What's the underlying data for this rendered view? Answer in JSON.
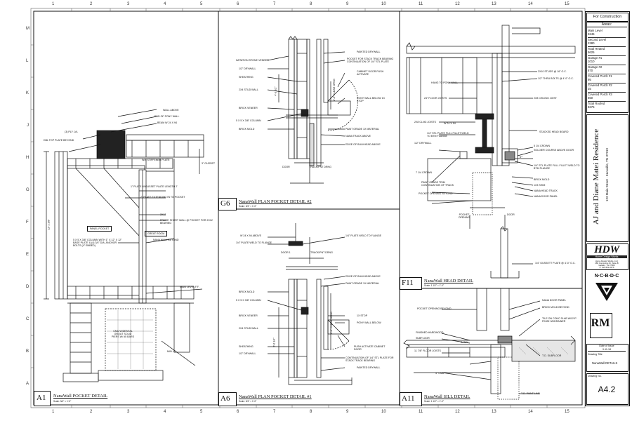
{
  "grid": {
    "columns": [
      "1",
      "2",
      "3",
      "4",
      "5",
      "6",
      "7",
      "8",
      "9",
      "10",
      "11",
      "12",
      "13",
      "14",
      "15"
    ],
    "rows": [
      "M",
      "L",
      "K",
      "J",
      "H",
      "G",
      "F",
      "E",
      "D",
      "C",
      "B",
      "A"
    ]
  },
  "titleblock": {
    "status": "For Construction",
    "areas_heading": "Areas:",
    "areas": [
      {
        "label": "Main Level",
        "value": "3245"
      },
      {
        "label": "Second Level",
        "value": "2380"
      },
      {
        "label": "Total Heated",
        "value": "5625"
      },
      {
        "label": "Garage #1",
        "value": "1010"
      },
      {
        "label": "Garage #2",
        "value": "870"
      },
      {
        "label": "Covered Porch #1",
        "value": "95"
      },
      {
        "label": "Covered Porch #2",
        "value": "25"
      },
      {
        "label": "Covered Porch #3",
        "value": "650"
      },
      {
        "label": "Total Roofed",
        "value": "8375"
      }
    ],
    "project_name": "AJ and Diane Matei Residence",
    "project_address": "123 Main Street · Knoxville, TN 37919",
    "hdw_logo": "HDW",
    "hdw_sub": "Home Design Works",
    "hdw_contact": [
      "Home Design Works, LLC",
      "280 Commerce Dr, Suite B",
      "Gallatin, TN 37066",
      "P: 615-451-0076"
    ],
    "ncbdc": "N·C·B·D·C",
    "rm_logo": "RM",
    "date_issue_label": "Date of Issue",
    "date_issue": "9-11-18",
    "drawing_title_label": "Drawing Title",
    "drawing_title": "NanaWall DETAILS",
    "drawing_no_label": "Drawing No.",
    "drawing_no": "A4.2"
  },
  "details": {
    "A1": {
      "id": "A1",
      "title": "NanaWall POCKET DETAIL",
      "scale": "Scale: 3/4\" = 1'-0\""
    },
    "G6": {
      "id": "G6",
      "title": "NanaWall PLAN POCKET DETAIL #2",
      "scale": "Scale: 3/4\" = 1'-0\""
    },
    "A6": {
      "id": "A6",
      "title": "NanaWall PLAN POCKET DETAIL #1",
      "scale": "Scale: 3/4\" = 1'-0\""
    },
    "F11": {
      "id": "F11",
      "title": "NanaWall HEAD DETAIL",
      "scale": "Scale: 1 1/2\" = 1'-0\""
    },
    "A11": {
      "id": "A11",
      "title": "NanaWall SILL DETAIL",
      "scale": "Scale: 1 1/2\" = 1'-0\""
    }
  },
  "notes": {
    "A1": [
      "WALL ABOVE",
      "END OF PONY WALL",
      "BEAM W 24 X 94",
      "(3) PLY LVL",
      "DBL TOP PLATE BEYOND",
      "W/4 STIFFENER PLATE",
      "3\" GUSSET",
      "1\" PLATE W/GUSSET PLATE LENGTH 2'",
      "2\" PLATE EXTENDING IN TO POCKET",
      "2X12",
      "FRAME SHORT WALL @ POCKET FOR 2X12 BEARING",
      "PANEL POCKET",
      "GREAT ROOM",
      "NANA WALL BEYOND",
      "5 X 5 X 3/8\" COLUMN WITH 1\" X 12\" X 12\" BASE PLATE & (4) 3/4\" DIA. ANCHOR BOLTS (4\" EMBED)",
      "MAIN LEVEL F.F.",
      "CMU W/DENTAL GROUT SOLID PIERS W/ #5 BARS",
      "MIN. 4\"",
      "12'-1 1/8\""
    ],
    "G6": [
      "IMITATION STONE VENEER",
      "1/2\" DRYWALL",
      "SHEATHING",
      "2X4 STUD WALL",
      "BRICK VENEER",
      "5 X 5 X 3/8\" COLUMN",
      "BRICK MOLD",
      "PAINTED DRYWALL",
      "POCKET FOR STACK TRACK BEARING CONTINUATION OF 1/4\" STL PLATE",
      "CABINET DOOR PUSH ACTIVATE",
      "PONY WALL BELOW 1X STOP",
      "PAINT GRADE 1X MATERIAL",
      "NANA TRACK ABOVE",
      "EDGE OF BULKHEAD ABOVE",
      "DOOR",
      "TRACK/PNT DRNG",
      "2'-0\" CLEAR OPNG",
      "4'-3 1/2\""
    ],
    "A6": [
      "W 24 X 94 ABOVE",
      "1/4\" PLATE WELD TO FLANGE",
      "1/4\" PLATE WELD TO FLANGE",
      "DOOR 1",
      "TRACK/PNT DRNG",
      "EDGE OF BULKHEAD ABOVE",
      "PAINT GRADE 1X MATERIAL",
      "BRICK MOLD",
      "5 X 5 X 3/8\" COLUMN",
      "BRICK VENEER",
      "2X4 STUD WALL",
      "SHEATHING",
      "1/2\" DRYWALL",
      "1X STOP",
      "PONY WALL BELOW",
      "PUSH ACTIVATE CABINET DOOR",
      "CONTINUATION OF 1/4\" STL PLATE FOR STACK TRACK BEARING",
      "PAINTED DRYWALL",
      "2'-0\" CLEAR OPNG",
      "5'-6 3/4\""
    ],
    "F11": [
      "HANG TO PONY WALL",
      "24\" FLOOR JOISTS",
      "2X10 STUDS @ 16\" O.C.",
      "1/2\" THRU BOLTS @ 4'-0\" O.C.",
      "2X8 CEILING JOIST",
      "2X8 CLNG JOISTS",
      "W 24 X 94",
      "1/4\" STL PLATE FULL FILLET WELD TO BTM FLANGE",
      "1/2\" DRYWALL",
      "STACKED HEAD BOARD",
      "5 1/4 CROWN",
      "SOLDIER COURSE ABOVE DOOR",
      "8\"\"",
      "7 1/4 CROWN",
      "1/4\" STL PLATE FULL FILLET WELD TO BTM FLANGE",
      "BRICK MOLD",
      "1X3 SHIM",
      "PAINT GRADE TRIM CONTINUATION OF TRACK",
      "NANA HEAD TRACK",
      "POCKET OPENING BEYOND",
      "NANA DOOR PANEL",
      "POCKET OPENING",
      "DOOR",
      "1/4\" GUSSETT PLATE @ 4'-0\" O.C."
    ],
    "A11": [
      "POCKET OPENING BEYOND",
      "FINISHED HARDWOOD",
      "SUBFLOOR",
      "11 7/8\" FLOOR JOISTS",
      "BAND",
      "4\" CMU",
      "NANA DOOR PANEL",
      "BRICK MOLD BEYOND",
      "TILE ON CONC SLAB W/GYP FINISH W/DRAINER",
      "T.O. SUBFLOOR",
      "T.O. PAINT LINE"
    ]
  }
}
